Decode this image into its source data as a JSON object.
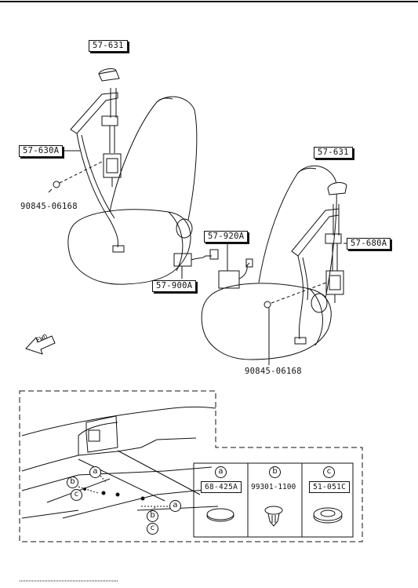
{
  "callouts": {
    "upper_left_top": "57-631",
    "left_retractor": "57-630A",
    "left_bolt": "90845-06168",
    "buckle_harness": "57-920A",
    "buckle": "57-900A",
    "upper_right_top": "57-631",
    "right_retractor": "57-680A",
    "right_bolt": "90845-06168"
  },
  "fwd_label": "FWD",
  "detail": {
    "markers": {
      "a": "a",
      "b": "b",
      "c": "c"
    },
    "table": [
      {
        "marker": "a",
        "part": "68-425A",
        "boxed": true
      },
      {
        "marker": "b",
        "part": "99301-1100",
        "boxed": false
      },
      {
        "marker": "c",
        "part": "51-051C",
        "boxed": true
      }
    ]
  }
}
